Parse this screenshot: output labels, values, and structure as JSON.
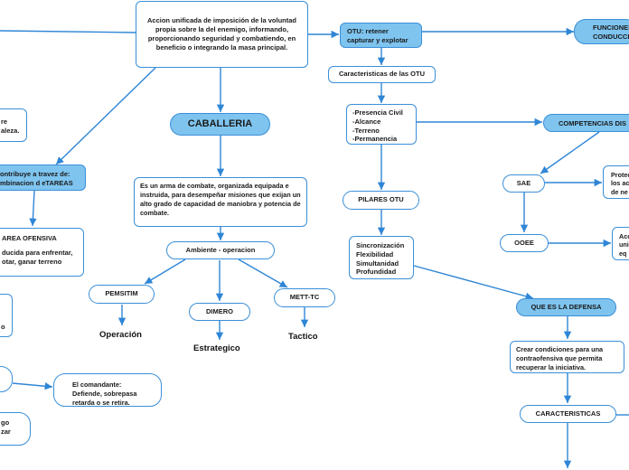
{
  "nodes": {
    "root": "Accion unificada de imposición de la voluntad propia sobre la del enemigo, informando, proporcionando seguridad y combatiendo, en beneficio o integrando la masa principal.",
    "caballeria": "CABALLERIA",
    "definicion": "Es un arma de combate,  organizada equipada e instruida, para desempeñar misiones que exijan un alto grado de capacidad de maniobra y potencia de combate.",
    "ambiente": "Ambiente - operacion",
    "pemsitim": "PEMSITIM",
    "dimero": "DIMERO",
    "mett": "METT-TC",
    "operacion": "Operación",
    "estrategico": "Estrategico",
    "tactico": "Tactico",
    "otu": "OTU: retener\ncapturar y explotar",
    "carac_otu": "Caracteristicas de las OTU",
    "presencia": "-Presencia Civil\n-Alcance\n-Terreno\n-Permanencia",
    "pilares": "PILARES OTU",
    "sincronizacion": "Sincronización\nFlexibilidad\nSimultanidad\nProfundidad",
    "funciones": "FUNCIONES\nCONDUCCI",
    "competencias": "COMPETENCIAS DIS",
    "sae": "SAE",
    "ooee": "OOEE",
    "protec": "Protec\nlos ac\nde ne",
    "acc": "Acc\nuni\neq",
    "defensa": "QUE ES LA DEFENSA",
    "crear": "Crear condiciones para una contraofensiva que permita recuperar la iniciativa.",
    "caracteristicas": "CARACTERISTICAS",
    "comandante": "El comandante:\nDefiende, sobrepasa retarda o se retira.",
    "contribuye": "ontribuye a travez de:\nmbinacion d eTAREAS",
    "tarea": "AREA OFENSIVA",
    "tarea_desc": "ducida para enfrentar,\notar, ganar terreno",
    "left_top": "re\naleza.",
    "left_mid": "o",
    "left_low": "go\nzar"
  }
}
